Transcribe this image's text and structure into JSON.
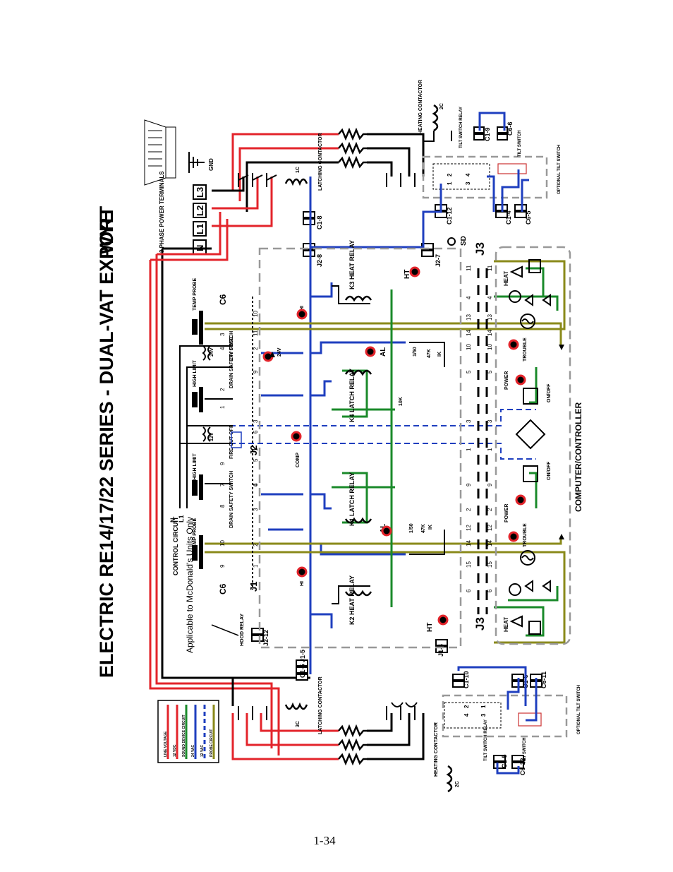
{
  "title": "ELECTRIC RE14/17/22 SERIES - DUAL-VAT EXPORT",
  "title_suffix": "WYE",
  "page_number": "1-34",
  "colors": {
    "line_voltage": "#e3242b",
    "vdc12": "#e3242b",
    "sound_device": "#1a8a2a",
    "vac24": "#1f3fbf",
    "vac12": "#1f3fbf",
    "probe": "#8a8a1a",
    "wire": "#000000",
    "ring": "#e3242b"
  },
  "labels": {
    "power_terminals": "3 PHASE POWER TERMINALS",
    "gnd": "GND",
    "term_n": "N",
    "term_l1": "L1",
    "term_l2": "L2",
    "term_l3": "L3",
    "heating_contactor": "HEATING CONTACTOR",
    "latching_contactor": "LATCHING CONTACTOR",
    "tilt_switch_relay": "TILT SWITCH RELAY",
    "tilt_switch": "TILT SWITCH",
    "optional_tilt_switch": "OPTIONAL TILT SWITCH",
    "temp_probe": "TEMP PROBE",
    "high_limit": "HIGH LIMIT",
    "drain_safety_switch": "DRAIN SAFETY SWITCH",
    "fire_cut_off": "FIRE CUT-OFF",
    "fuse_24v": "24V FUSE",
    "v24": "24V",
    "v12": "12V",
    "control_circuit": "CONTROL CIRCUIT",
    "n": "N",
    "l1": "L1",
    "hood_relay": "HOOD RELAY",
    "mcdonalds": "Applicable to McDonald's Units Only",
    "computer_controller": "COMPUTER/CONTROLLER",
    "heat": "HEAT",
    "trouble": "TROUBLE",
    "power": "POWER",
    "on_off": "ON/OFF",
    "k1": "K1 LATCH RELAY",
    "k2": "K2 HEAT RELAY",
    "k3": "K3 HEAT RELAY",
    "k4": "K4 LATCH RELAY",
    "sd": "SD",
    "hi": "HI",
    "ht": "HT",
    "al": "AL",
    "comp": "COMP",
    "c6": "C6",
    "j1": "J1",
    "j2": "J2",
    "j3": "J3",
    "c1_8": "C1-8",
    "c1_9": "C1-9",
    "c1_12": "C1-12",
    "c1_4": "C1-4",
    "c1_10": "C1-10",
    "c1_6": "C1-6",
    "c1_5": "C1-5",
    "c1_5_j1_5": "C1-5 J1-5",
    "c6_6": "C6-6",
    "c6_5": "C6-5",
    "c6_11": "C6-11",
    "c6_12": "C6-12",
    "j2_8": "J2-8",
    "j2_7": "J2-7",
    "j2_12": "J2-12",
    "j1_4": "J1-4",
    "c1": "1C",
    "c2": "2C",
    "c3": "3C",
    "r10k": "10K",
    "r47k": "47K",
    "r1k": "IK",
    "r1_50": "1/50"
  },
  "legend": {
    "items": [
      {
        "label": "LINE VOLTAGE",
        "color": "#e3242b",
        "dashed": false
      },
      {
        "label": "12 VDC",
        "color": "#e3242b",
        "dashed": false
      },
      {
        "label": "SOUND DEVICE CIRCUIT",
        "color": "#1a8a2a",
        "dashed": false
      },
      {
        "label": "24 VAC",
        "color": "#1f3fbf",
        "dashed": false
      },
      {
        "label": "12 VAC",
        "color": "#1f3fbf",
        "dashed": true
      },
      {
        "label": "PROBE CIRCUIT",
        "color": "#8a8a1a",
        "dashed": false
      }
    ]
  },
  "pins": {
    "top": [
      "11",
      "4",
      "13",
      "14",
      "10",
      "5",
      "3",
      "1",
      "9",
      "2",
      "12",
      "14",
      "15",
      "6"
    ],
    "bottom": [
      "11",
      "4",
      "13",
      "14",
      "10",
      "5",
      "3",
      "1",
      "9",
      "2",
      "12",
      "14",
      "15",
      "6"
    ],
    "j1": [
      "1",
      "2",
      "3",
      "4",
      "5",
      "6"
    ],
    "j2": [
      "10",
      "11",
      "2",
      "9",
      "3",
      "1",
      "6"
    ],
    "c6_left": [
      "9",
      "10",
      "8",
      "7"
    ],
    "c6_right": [
      "3",
      "4",
      "1",
      "2",
      "9"
    ],
    "tilt_top": [
      "2",
      "4",
      "1",
      "3"
    ],
    "tilt_bottom": [
      "4",
      "2",
      "3",
      "1"
    ]
  }
}
